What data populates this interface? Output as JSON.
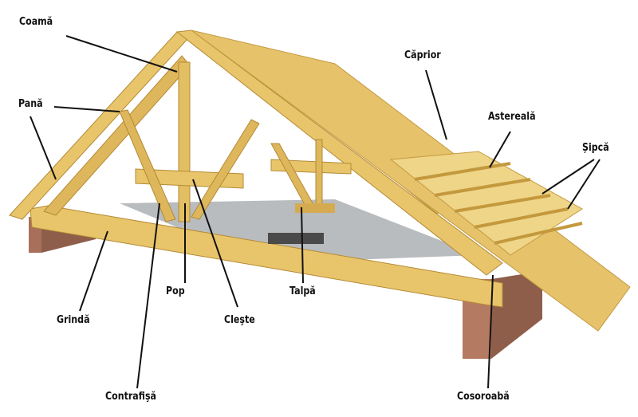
{
  "title": "Roof timber structure",
  "labels": {
    "coama": "Coamă",
    "pana": "Pană",
    "caprior": "Căprior",
    "astereala": "Astereală",
    "sipca": "Șipcă",
    "pop": "Pop",
    "talpa": "Talpă",
    "grinda": "Grindă",
    "cleste": "Cleşte",
    "contrafisa": "Contrafişă",
    "cosoroaba": "Cosoroabă"
  },
  "colors": {
    "wood": "#e8c56a",
    "wood_dark": "#c99a3a",
    "concrete": "#b9bcbf",
    "brick": "#a8705a",
    "line": "#111111"
  }
}
